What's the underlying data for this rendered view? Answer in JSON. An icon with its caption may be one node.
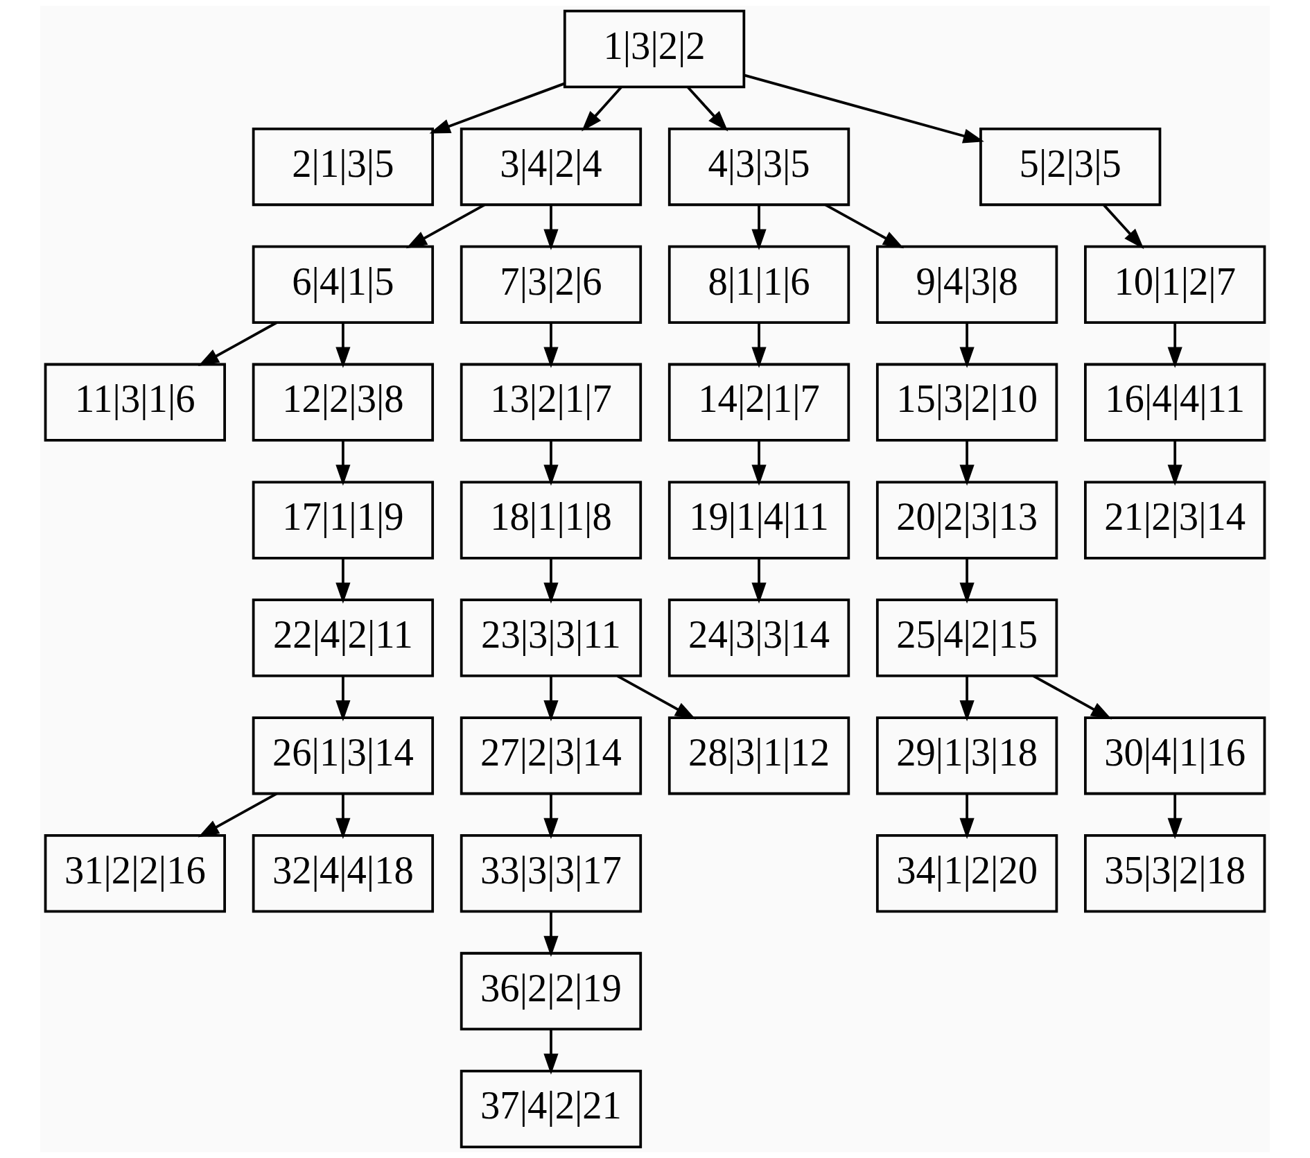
{
  "diagram": {
    "nodes": [
      {
        "text": [
          "1|3|2|2"
        ]
      },
      {
        "text": [
          "2|1|3|5"
        ]
      },
      {
        "text": [
          "3|4|2|4"
        ]
      },
      {
        "text": [
          "4|3|3|5"
        ]
      },
      {
        "text": [
          "5|2|3|5"
        ]
      },
      {
        "text": [
          "6|4|1|5"
        ]
      },
      {
        "text": [
          "7|3|2|6"
        ]
      },
      {
        "text": [
          "8|1|1|6"
        ]
      },
      {
        "text": [
          "9|4|3|8"
        ]
      },
      {
        "text": [
          "10|1|2|7"
        ]
      },
      {
        "text": [
          "11|3|1|6"
        ]
      },
      {
        "text": [
          "12|2|3|8"
        ]
      },
      {
        "text": [
          "13|2|1|7"
        ]
      },
      {
        "text": [
          "14|2|1|7"
        ]
      },
      {
        "text": [
          "15|3|2|10"
        ]
      },
      {
        "text": [
          "16|4|4|11"
        ]
      },
      {
        "text": [
          "17|1|1|9"
        ]
      },
      {
        "text": [
          "18|1|1|8"
        ]
      },
      {
        "text": [
          "19|1|4|11"
        ]
      },
      {
        "text": [
          "20|2|3|13"
        ]
      },
      {
        "text": [
          "21|2|3|14"
        ]
      },
      {
        "text": [
          "22|4|2|11"
        ]
      },
      {
        "text": [
          "23|3|3|11"
        ]
      },
      {
        "text": [
          "24|3|3|14"
        ]
      },
      {
        "text": [
          "25|4|2|15"
        ]
      },
      {
        "text": [
          "26|1|3|14"
        ]
      },
      {
        "text": [
          "27|2|3|14"
        ]
      },
      {
        "text": [
          "28|3|1|12"
        ]
      },
      {
        "text": [
          "29|1|3|18"
        ]
      },
      {
        "text": [
          "30|4|1|16"
        ]
      },
      {
        "text": [
          "31|2|2|16"
        ]
      },
      {
        "text": [
          "32|4|4|18"
        ]
      },
      {
        "text": [
          "33|3|3|17"
        ]
      },
      {
        "text": [
          "34|1|2|20"
        ]
      },
      {
        "text": [
          "35|3|2|18"
        ]
      },
      {
        "text": [
          "36|2|2|19"
        ]
      },
      {
        "text": [
          "37|4|2|21"
        ]
      }
    ],
    "edges": [
      {
        "from": 0,
        "to": 1,
        "arrow": "to"
      },
      {
        "from": 0,
        "to": 2,
        "arrow": "to"
      },
      {
        "from": 0,
        "to": 3,
        "arrow": "to"
      },
      {
        "from": 0,
        "to": 4,
        "arrow": "to"
      },
      {
        "from": 2,
        "to": 5,
        "arrow": "to"
      },
      {
        "from": 2,
        "to": 6,
        "arrow": "to"
      },
      {
        "from": 3,
        "to": 7,
        "arrow": "to"
      },
      {
        "from": 3,
        "to": 8,
        "arrow": "to"
      },
      {
        "from": 4,
        "to": 9,
        "arrow": "to"
      },
      {
        "from": 5,
        "to": 10,
        "arrow": "to"
      },
      {
        "from": 5,
        "to": 11,
        "arrow": "to"
      },
      {
        "from": 6,
        "to": 12,
        "arrow": "to"
      },
      {
        "from": 7,
        "to": 13,
        "arrow": "to"
      },
      {
        "from": 8,
        "to": 14,
        "arrow": "to"
      },
      {
        "from": 9,
        "to": 15,
        "arrow": "to"
      },
      {
        "from": 11,
        "to": 16,
        "arrow": "to"
      },
      {
        "from": 12,
        "to": 17,
        "arrow": "to"
      },
      {
        "from": 13,
        "to": 18,
        "arrow": "to"
      },
      {
        "from": 14,
        "to": 19,
        "arrow": "to"
      },
      {
        "from": 15,
        "to": 20,
        "arrow": "to"
      },
      {
        "from": 16,
        "to": 21,
        "arrow": "to"
      },
      {
        "from": 17,
        "to": 22,
        "arrow": "to"
      },
      {
        "from": 18,
        "to": 23,
        "arrow": "to"
      },
      {
        "from": 19,
        "to": 24,
        "arrow": "to"
      },
      {
        "from": 21,
        "to": 25,
        "arrow": "to"
      },
      {
        "from": 22,
        "to": 26,
        "arrow": "to"
      },
      {
        "from": 22,
        "to": 27,
        "arrow": "to"
      },
      {
        "from": 24,
        "to": 28,
        "arrow": "to"
      },
      {
        "from": 24,
        "to": 29,
        "arrow": "to"
      },
      {
        "from": 25,
        "to": 30,
        "arrow": "to"
      },
      {
        "from": 25,
        "to": 31,
        "arrow": "to"
      },
      {
        "from": 26,
        "to": 32,
        "arrow": "to"
      },
      {
        "from": 28,
        "to": 33,
        "arrow": "to"
      },
      {
        "from": 29,
        "to": 34,
        "arrow": "to"
      },
      {
        "from": 32,
        "to": 35,
        "arrow": "to"
      },
      {
        "from": 35,
        "to": 36,
        "arrow": "to"
      }
    ]
  }
}
